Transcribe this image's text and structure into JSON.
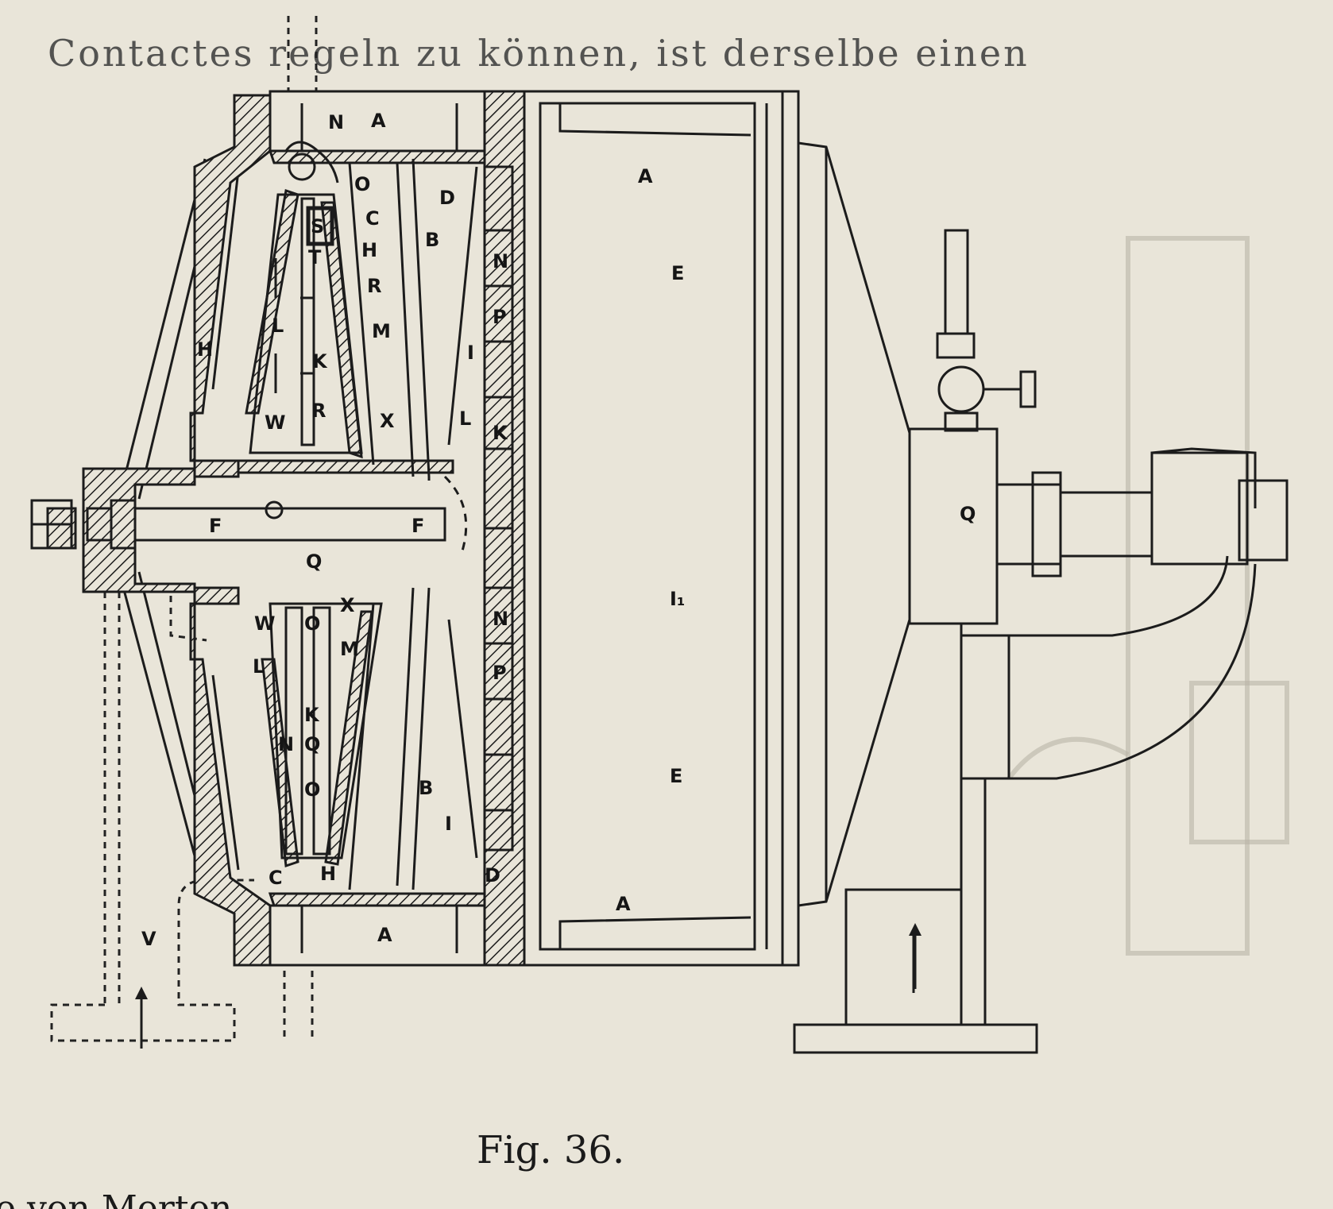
{
  "bleed_top_text": "Contactes regeln zu können, ist derselbe einen",
  "caption": "Fig. 36.",
  "bleed_bottom_text": "e von Merton",
  "labels": {
    "A_top": "A",
    "A_right_top": "A",
    "A_right_bottom": "A",
    "A_bottom": "A",
    "N_top": "N",
    "O_top": "O",
    "C_top": "C",
    "S": "S",
    "H_top": "H",
    "T": "T",
    "B_top": "B",
    "D_top": "D",
    "R_top": "R",
    "M_top": "M",
    "L_top": "L",
    "H_left": "H",
    "K_top": "K",
    "W_top": "W",
    "R_mid": "R",
    "X_top": "X",
    "L_right": "L",
    "N_right_top": "N",
    "P_right_top": "P",
    "I_right_top": "I",
    "K_right": "K",
    "E_top": "E",
    "F_left": "F",
    "F_right": "F",
    "Q_mid": "Q",
    "Q_stand": "Q",
    "I1": "I₁",
    "X_bot": "X",
    "W_bot": "W",
    "O_bot1": "O",
    "M_bot": "M",
    "L_bot": "L",
    "N_right_bot": "N",
    "P_right_bot": "P",
    "K_bot": "K",
    "N_bot": "N",
    "Q_bot": "Q",
    "O_bot2": "O",
    "E_bot": "E",
    "B_bot": "B",
    "I_right_bot": "I",
    "C_bot": "C",
    "H_bot": "H",
    "D_bot": "D",
    "V": "V"
  }
}
